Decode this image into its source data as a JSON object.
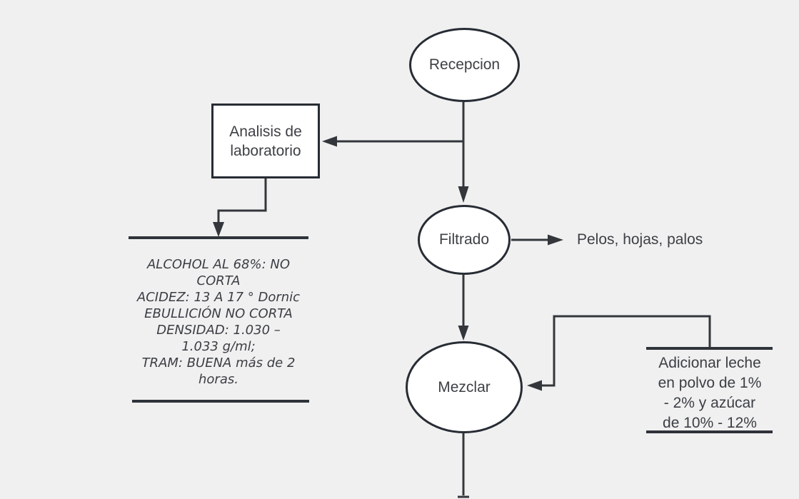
{
  "app": {
    "background_color": "#f0f0f0",
    "shape_fill_color": "#ffffff",
    "shape_border_color": "#272c34",
    "connector_color": "#33373c",
    "text_color": "#3d4045"
  },
  "diagram": {
    "nodes": {
      "recepcion": {
        "label": "Recepcion",
        "shape": "ellipse"
      },
      "analisis": {
        "label": "Analisis de laboratorio",
        "shape": "rectangle"
      },
      "filtrado": {
        "label": "Filtrado",
        "shape": "ellipse"
      },
      "mezclar": {
        "label": "Mezclar",
        "shape": "ellipse"
      }
    },
    "labels": {
      "filtrado_output": "Pelos, hojas, palos"
    },
    "annotations": {
      "lab_results": {
        "lines": [
          "ALCOHOL AL 68%: NO",
          "CORTA",
          "ACIDEZ: 13 A 17 ° Dornic",
          "EBULLICIÓN NO CORTA",
          "DENSIDAD: 1.030 –",
          "1.033 g/ml;",
          "TRAM: BUENA más de 2",
          "horas."
        ]
      },
      "adicionar": {
        "lines": [
          "Adicionar leche",
          "en polvo de 1%",
          "- 2% y azúcar",
          "de 10% - 12%"
        ]
      }
    }
  }
}
